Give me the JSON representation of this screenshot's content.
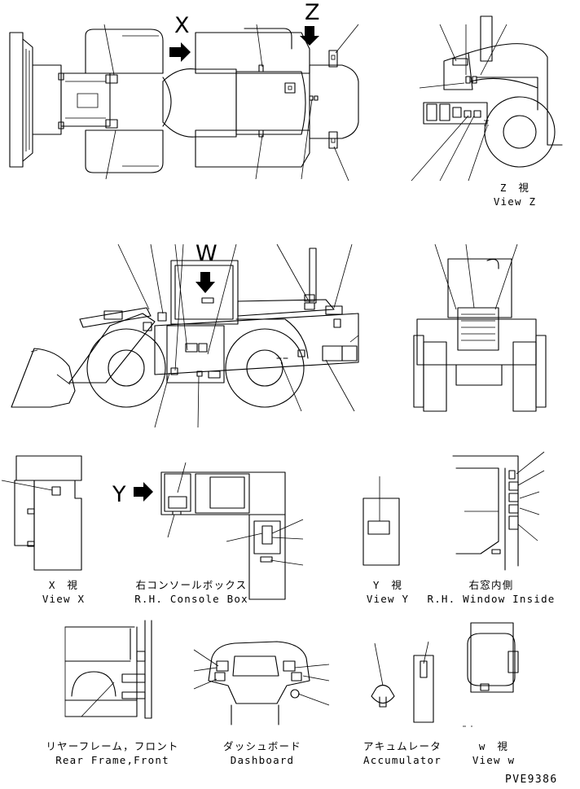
{
  "view_letters": {
    "x": "X",
    "z": "Z",
    "w": "W",
    "y": "Y"
  },
  "captions": {
    "view_z": {
      "ja": "Z　視",
      "en": "View Z"
    },
    "view_x": {
      "ja": "X　視",
      "en": "View X"
    },
    "console": {
      "ja": "右コンソールボックス",
      "en": "R.H. Console Box"
    },
    "view_y": {
      "ja": "Y　視",
      "en": "View Y"
    },
    "window": {
      "ja": "右窓内側",
      "en": "R.H. Window Inside"
    },
    "rear_frame": {
      "ja": "リヤーフレーム，フロント",
      "en": "Rear Frame,Front"
    },
    "dashboard": {
      "ja": "ダッシュボード",
      "en": "Dashboard"
    },
    "accumulator": {
      "ja": "アキュムレータ",
      "en": "Accumulator"
    },
    "view_w": {
      "ja": "w　視",
      "en": "View w"
    }
  },
  "drawing_code": "PVE9386"
}
